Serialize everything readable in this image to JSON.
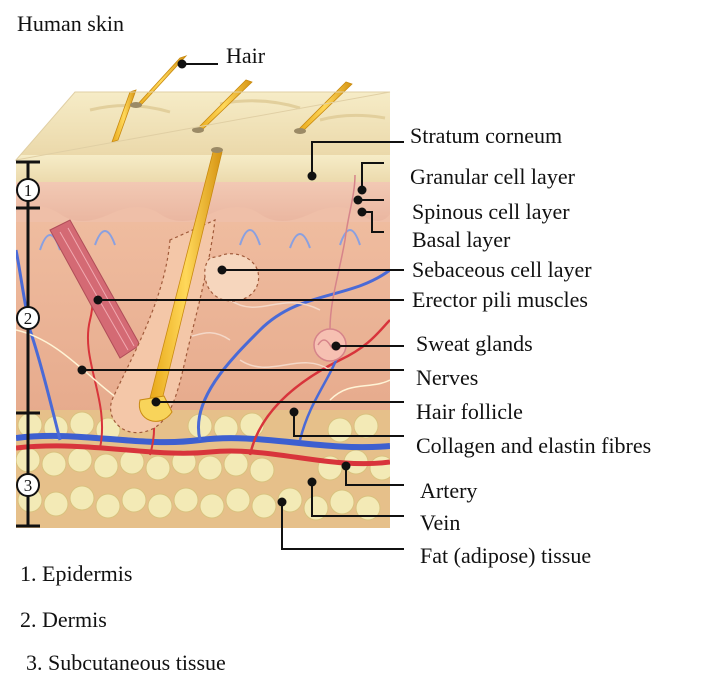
{
  "title": "Human skin",
  "hair_label": "Hair",
  "labels": [
    "Stratum corneum",
    "Granular cell layer",
    "Spinous cell layer",
    "Basal layer",
    "Sebaceous cell layer",
    "Erector pili muscles",
    "Sweat glands",
    "Nerves",
    "Hair follicle",
    "Collagen and elastin fibres",
    "Artery",
    "Vein",
    "Fat (adipose) tissue"
  ],
  "markers": [
    "1",
    "2",
    "3"
  ],
  "legend": [
    "1. Epidermis",
    "2. Dermis",
    "3. Subcutaneous tissue"
  ]
}
